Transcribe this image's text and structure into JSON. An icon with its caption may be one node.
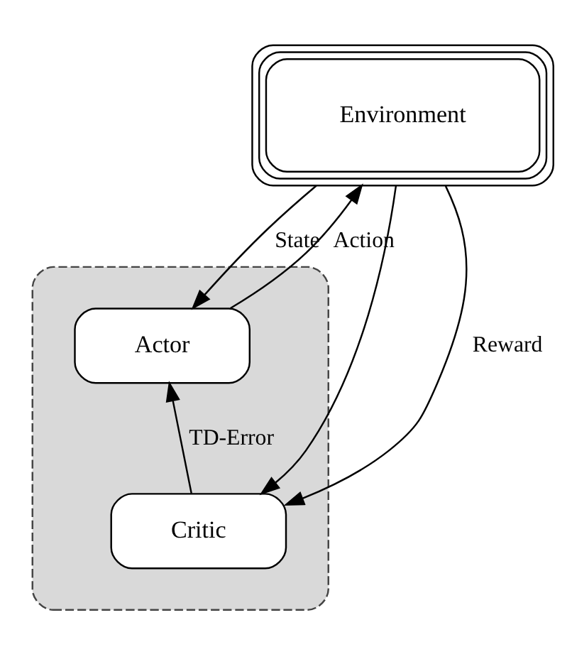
{
  "diagram": {
    "nodes": [
      {
        "text": [
          "Environment"
        ]
      },
      {
        "text": [],
        "shape": "box"
      },
      {
        "text": [
          "Actor"
        ],
        "in": 1
      },
      {
        "text": [
          "Critic"
        ],
        "in": 1
      }
    ],
    "edges": [
      {
        "from": 2,
        "to": 0,
        "arrow": "to",
        "label": "Action"
      },
      {
        "from": 0,
        "to": 2,
        "arrow": "to",
        "label": "State"
      },
      {
        "from": 0,
        "to": 3,
        "arrow": "to"
      },
      {
        "from": 3,
        "to": 2,
        "arrow": "to",
        "label": "TD-Error"
      },
      {
        "from": 0,
        "to": 3,
        "arrow": "to",
        "label": "Reward"
      }
    ]
  }
}
